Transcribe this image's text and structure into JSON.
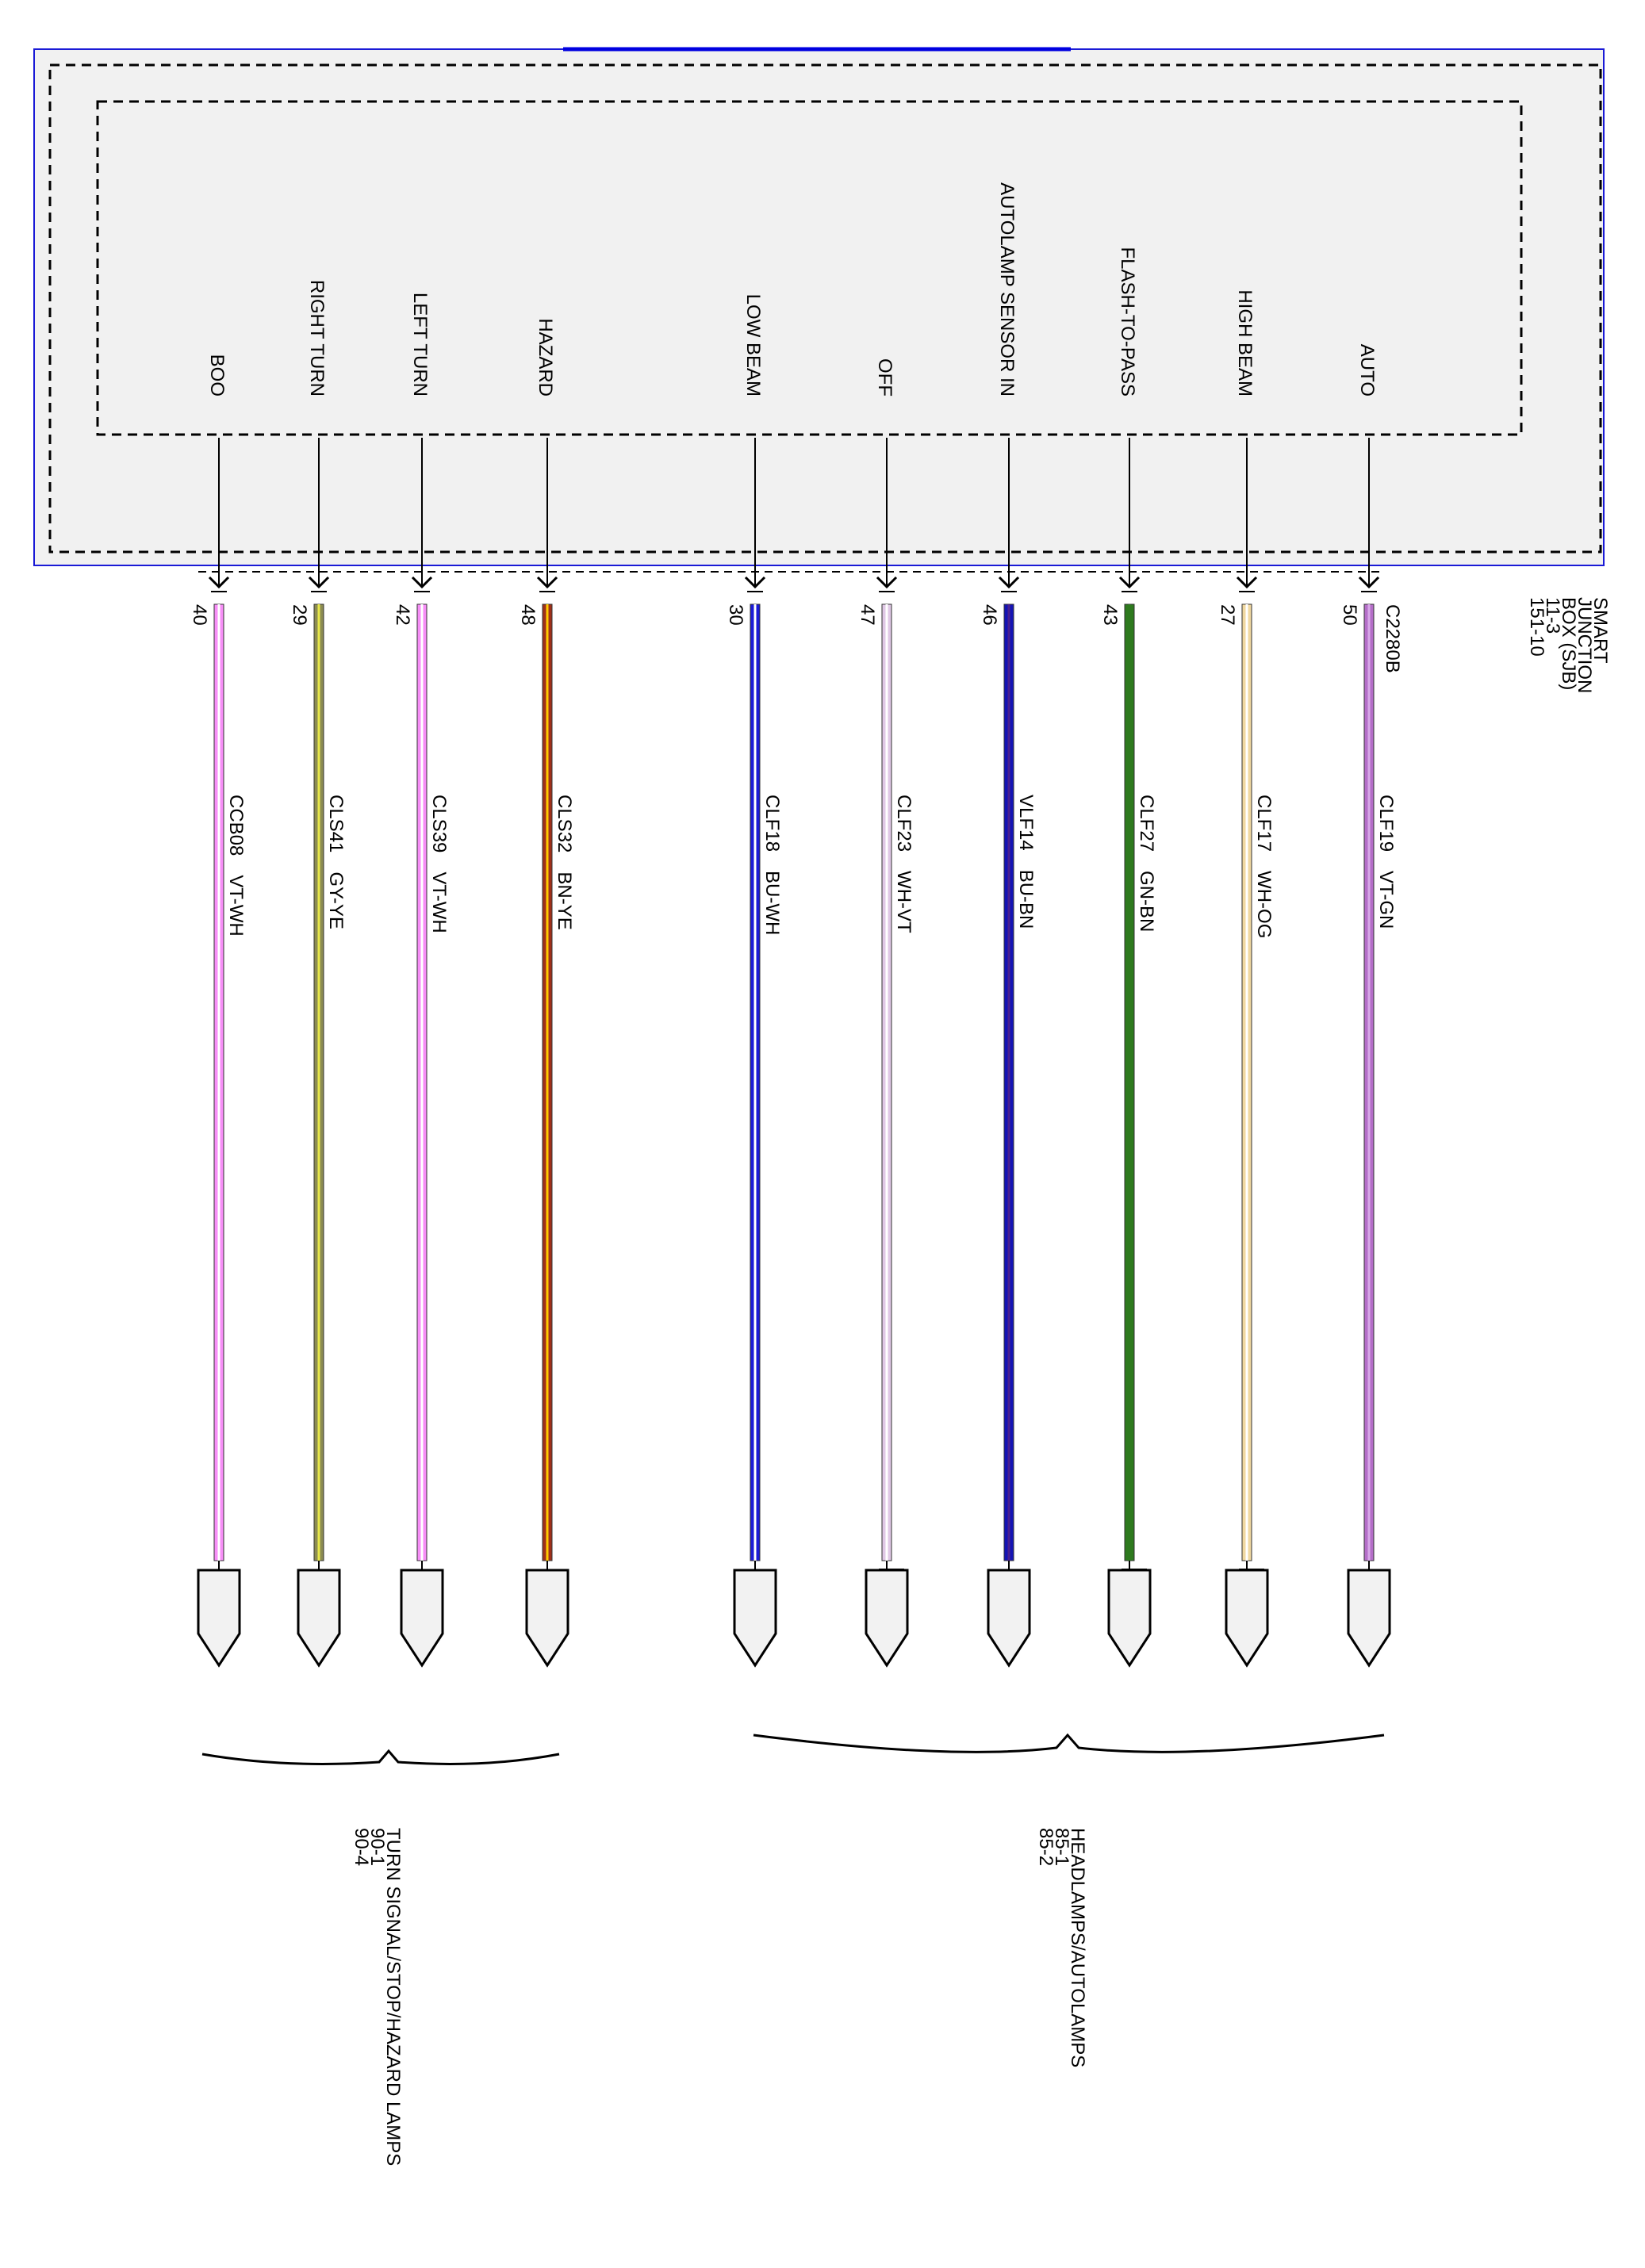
{
  "module": {
    "name_lines": [
      "SMART",
      "JUNCTION",
      "BOX (SJB)",
      "11-3",
      "151-10"
    ],
    "connector": "C2280B"
  },
  "circuits": [
    {
      "func": "BOO",
      "pin": "40",
      "code": "CCB08",
      "color_code": "VT-WH",
      "base": "#f78ef7",
      "stripe": "#ffffff",
      "term": "plain"
    },
    {
      "func": "RIGHT TURN",
      "pin": "29",
      "code": "CLS41",
      "color_code": "GY-YE",
      "base": "#8c8c52",
      "stripe": "#e8e84a",
      "term": "plain"
    },
    {
      "func": "LEFT TURN",
      "pin": "42",
      "code": "CLS39",
      "color_code": "VT-WH",
      "base": "#f78ef7",
      "stripe": "#ffffff",
      "term": "plain"
    },
    {
      "func": "HAZARD",
      "pin": "48",
      "code": "CLS32",
      "color_code": "BN-YE",
      "base": "#a0301a",
      "stripe": "#ffcc00",
      "term": "plain"
    },
    {
      "func": "LOW BEAM",
      "pin": "30",
      "code": "CLF18",
      "color_code": "BU-WH",
      "base": "#1a1ad6",
      "stripe": "#ffffff",
      "term": "plain"
    },
    {
      "func": "OFF",
      "pin": "47",
      "code": "CLF23",
      "color_code": "WH-VT",
      "base": "#e0c8e6",
      "stripe": "#ffffff",
      "term": "ground"
    },
    {
      "func": "AUTOLAMP SENSOR IN",
      "pin": "46",
      "code": "VLF14",
      "color_code": "BU-BN",
      "base": "#1414b4",
      "stripe": "#4a2090",
      "term": "plain"
    },
    {
      "func": "FLASH-TO-PASS",
      "pin": "43",
      "code": "CLF27",
      "color_code": "GN-BN",
      "base": "#2e7a1e",
      "stripe": "#2e7a1e",
      "term": "ground"
    },
    {
      "func": "HIGH BEAM",
      "pin": "27",
      "code": "CLF17",
      "color_code": "WH-OG",
      "base": "#f0d8a0",
      "stripe": "#ffffff",
      "term": "ground"
    },
    {
      "func": "AUTO",
      "pin": "50",
      "code": "CLF19",
      "color_code": "VT-GN",
      "base": "#b46ec8",
      "stripe": "#d8a8e8",
      "term": "plain"
    }
  ],
  "groups": [
    {
      "lines": [
        "TURN SIGNAL/STOP/HAZARD LAMPS",
        "90-1",
        "90-4"
      ]
    },
    {
      "lines": [
        "HEADLAMPS/AUTOLAMPS",
        "85-1",
        "85-2"
      ]
    }
  ]
}
